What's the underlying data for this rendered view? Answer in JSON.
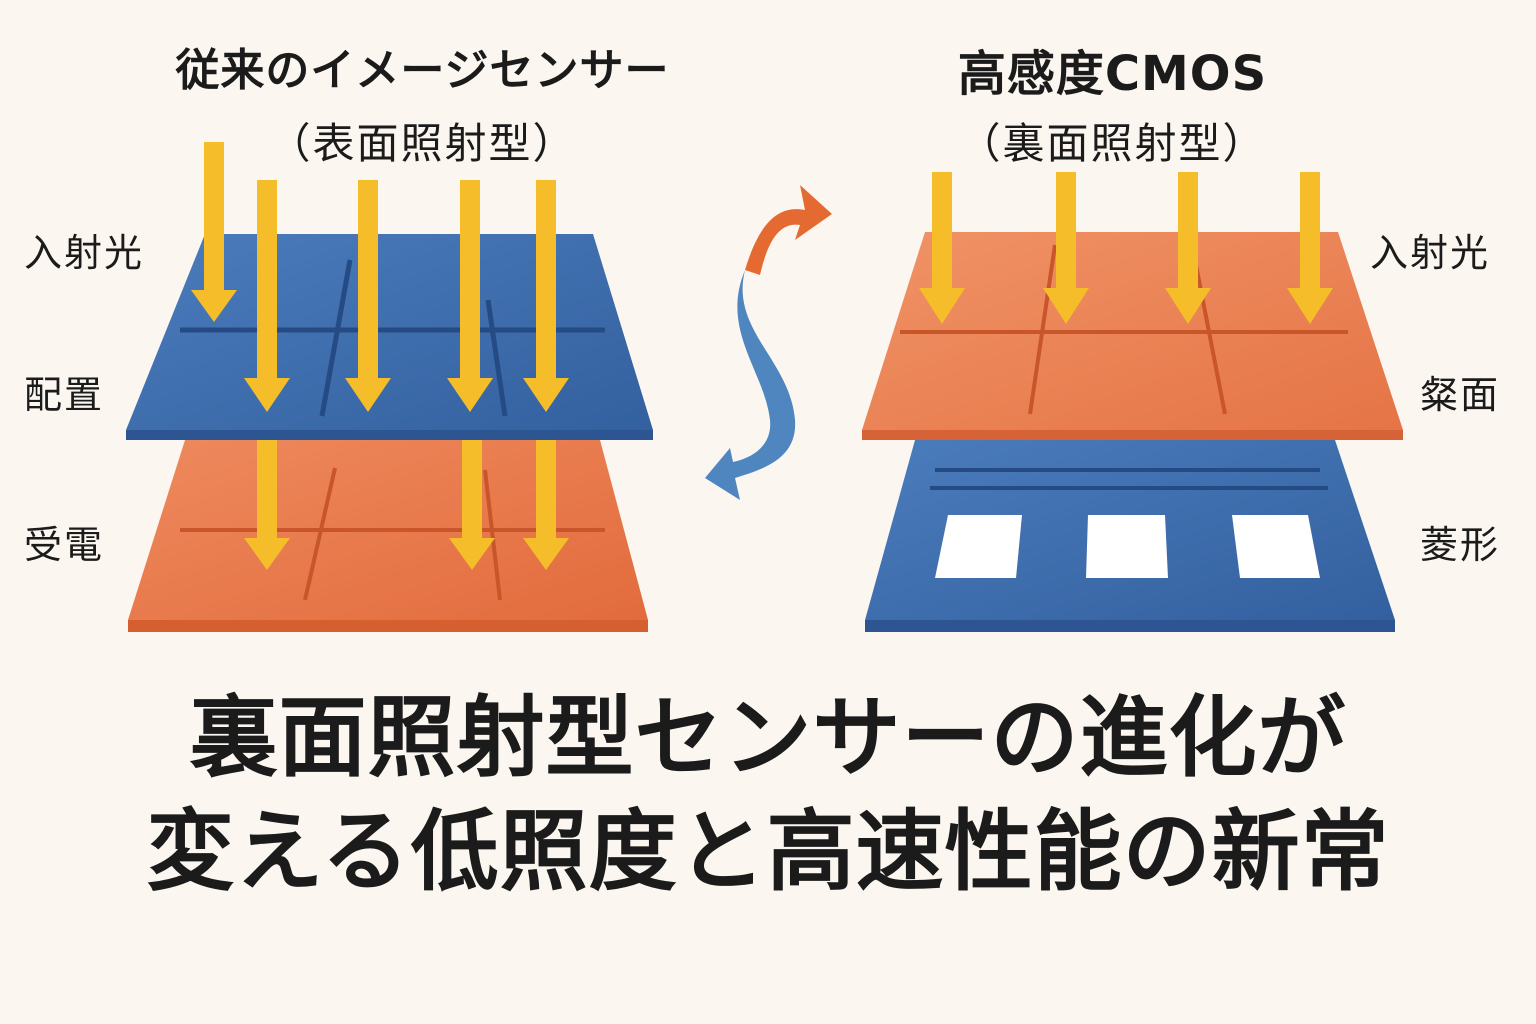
{
  "left_panel": {
    "title": "従来のイメージセンサー",
    "subtitle": "（表面照射型）",
    "labels": [
      "入射光",
      "配置",
      "受電"
    ]
  },
  "right_panel": {
    "title": "高感度CMOS",
    "subtitle": "（裏面照射型）",
    "labels": [
      "入射光",
      "粲面",
      "菱形"
    ]
  },
  "headline": {
    "line1": "裏面照射型センサーの進化が",
    "line2": "変える低照度と高速性能の新常"
  },
  "colors": {
    "background": "#fbf7f0",
    "blue_layer": "#3f6fae",
    "orange_layer": "#e8784c",
    "light_arrow": "#f5bd2a",
    "swap_arrow_orange": "#e46a32",
    "swap_arrow_blue": "#4f86c0"
  },
  "icons": [
    "light-arrow-icon",
    "swap-arrow-icon"
  ]
}
